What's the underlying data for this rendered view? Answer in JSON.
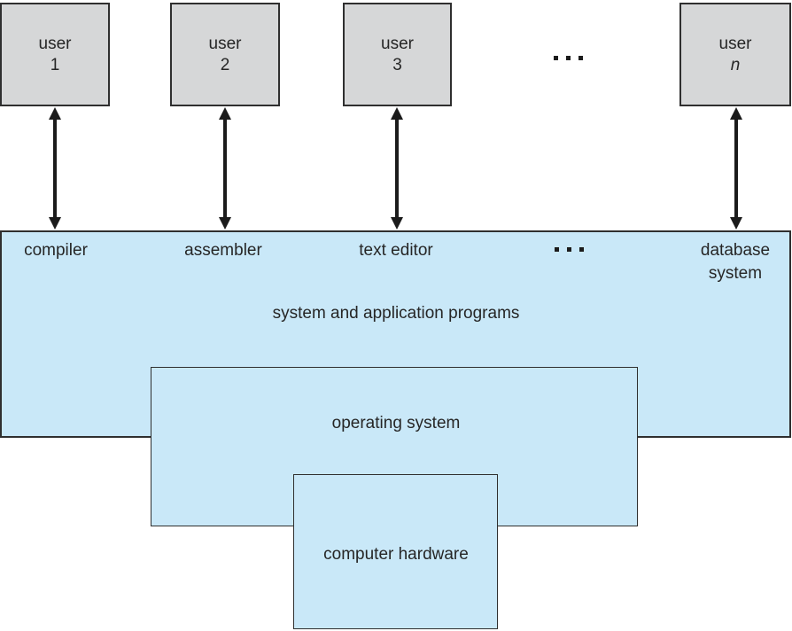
{
  "diagram": {
    "users": [
      {
        "line1": "user",
        "line2": "1"
      },
      {
        "line1": "user",
        "line2": "2"
      },
      {
        "line1": "user",
        "line2": "3"
      },
      {
        "line1": "user",
        "line2": "n"
      }
    ],
    "program_labels": {
      "compiler": "compiler",
      "assembler": "assembler",
      "text_editor": "text editor",
      "database_line1": "database",
      "database_line2": "system"
    },
    "layers": {
      "system_programs": "system and application programs",
      "operating_system": "operating system",
      "computer_hardware": "computer hardware"
    },
    "colors": {
      "user_box_fill": "#d6d7d8",
      "layer_fill": "#c9e8f8",
      "border": "#2f2f2f",
      "text": "#262626",
      "arrow": "#1b1b1b",
      "background": "#ffffff"
    }
  }
}
